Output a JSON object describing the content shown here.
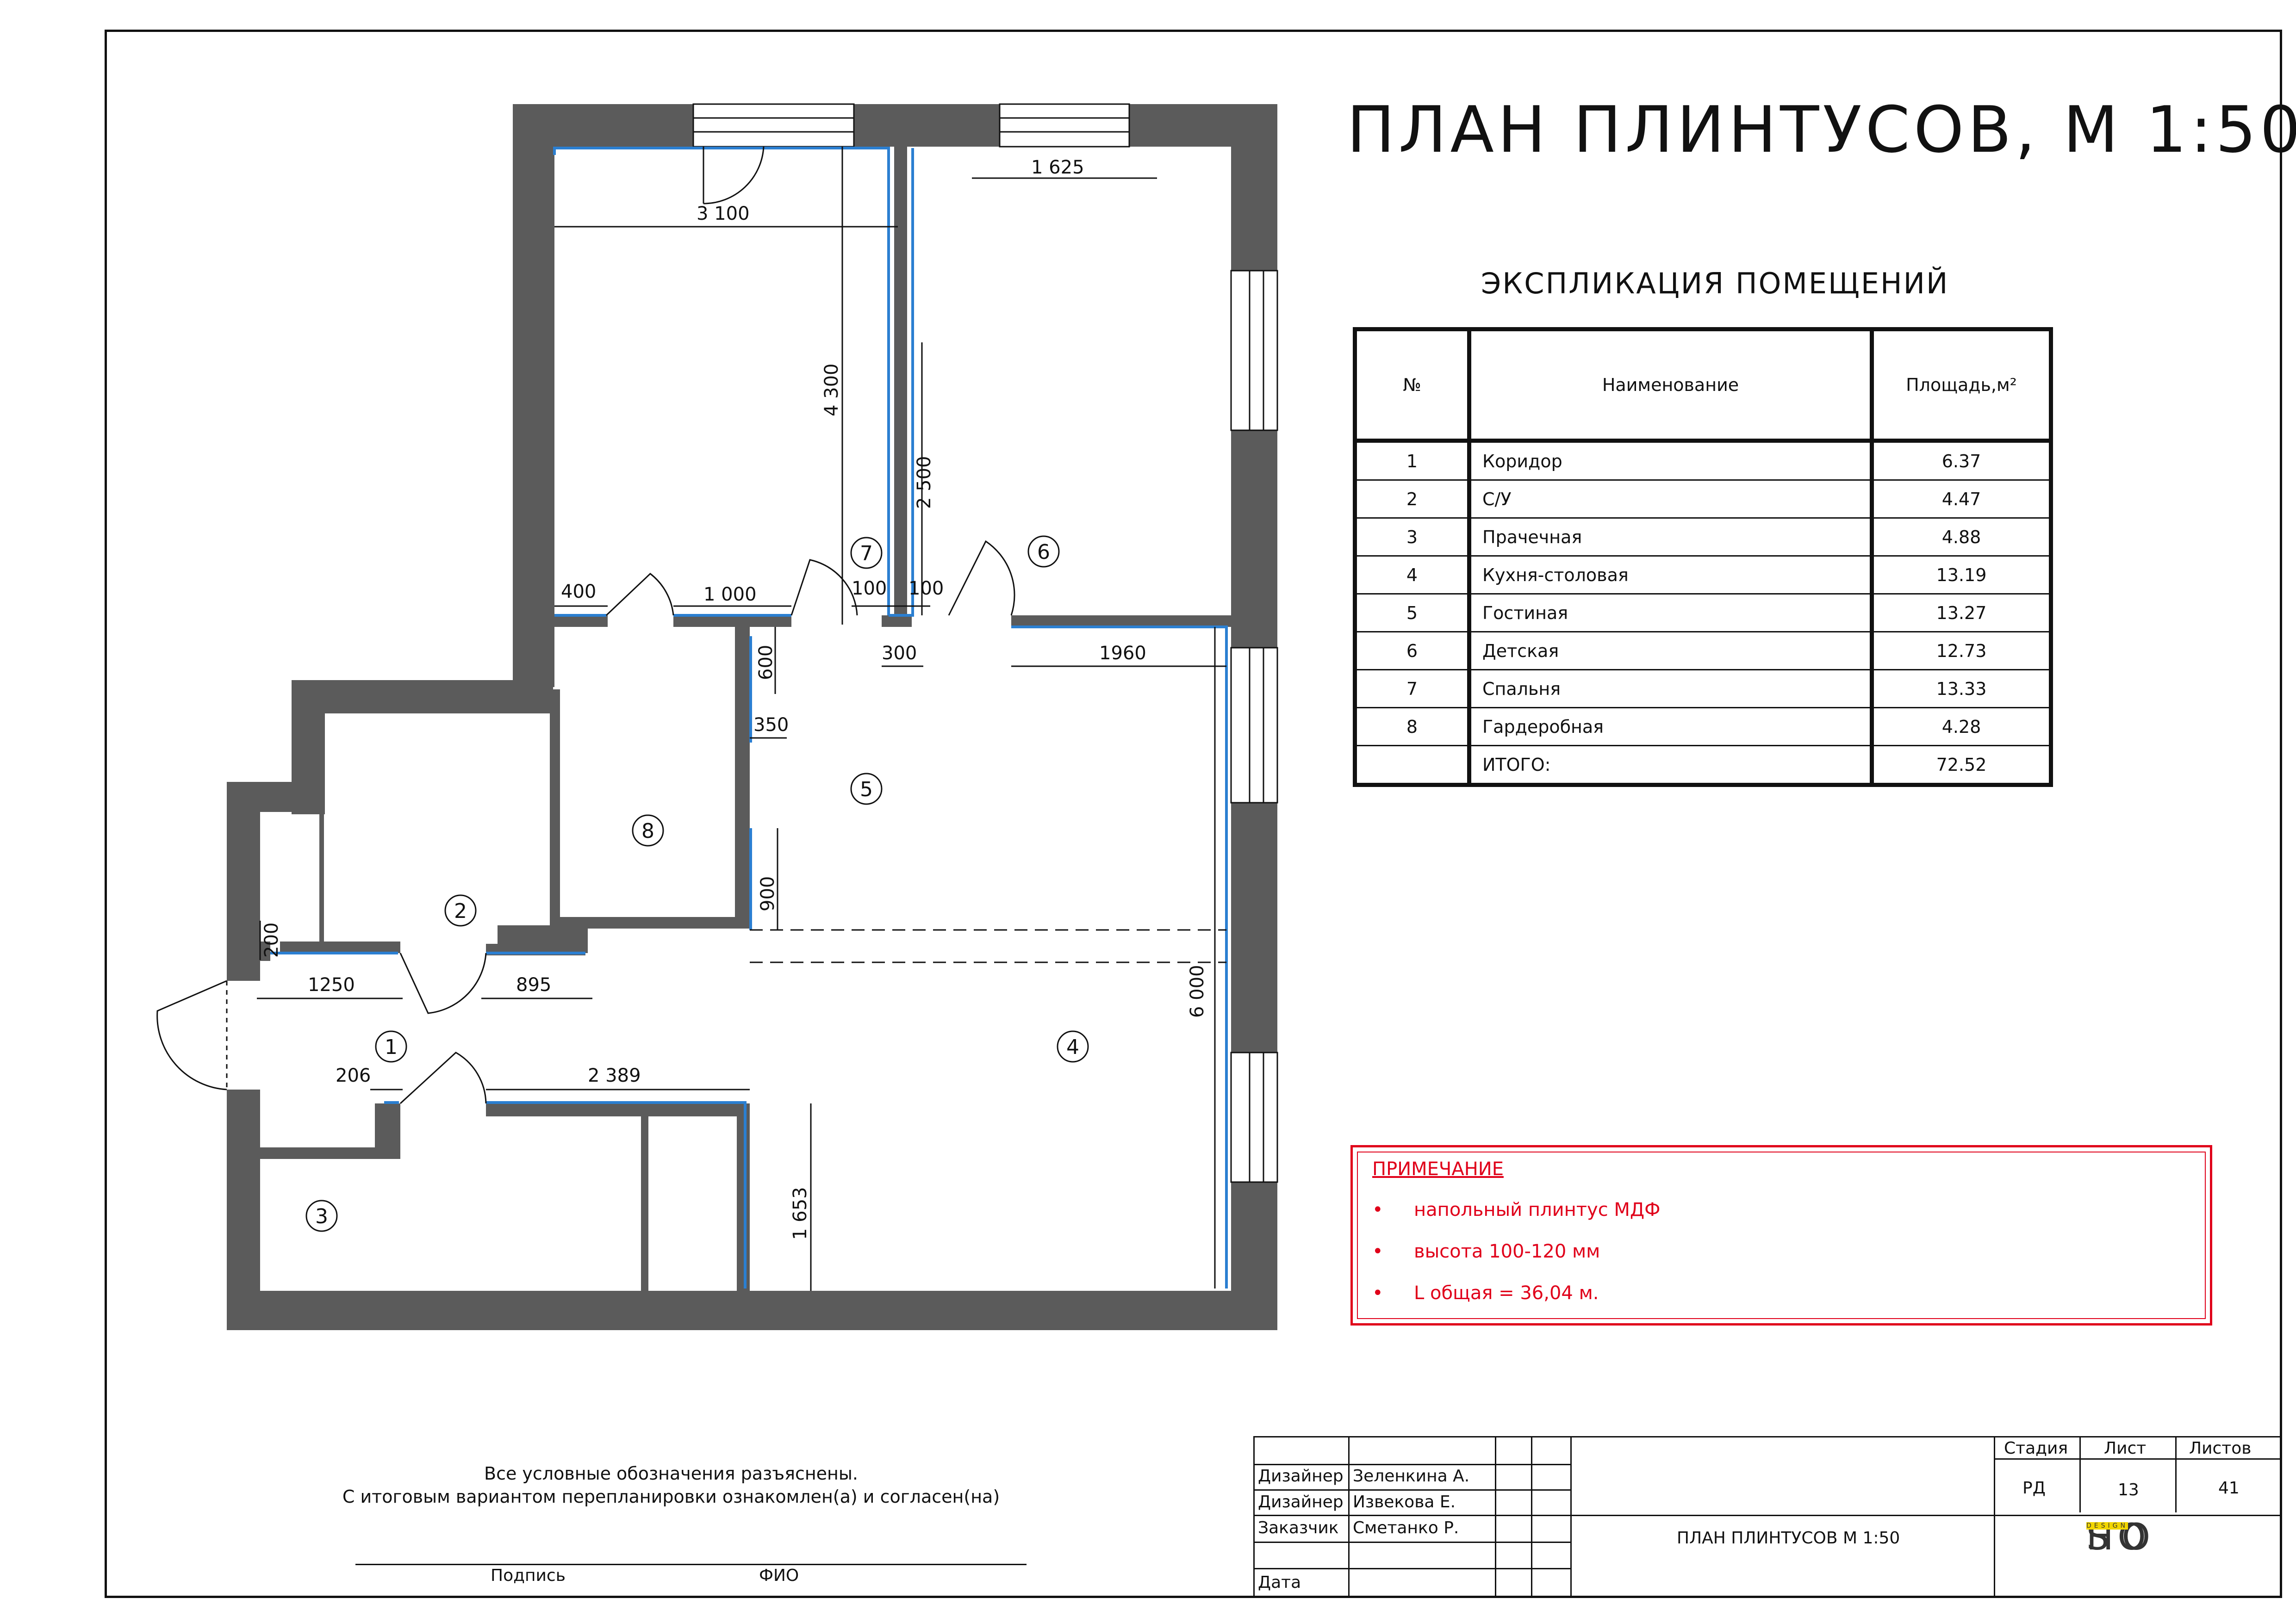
{
  "title": "ПЛАН ПЛИНТУСОВ, М 1:50",
  "explication": {
    "title": "ЭКСПЛИКАЦИЯ ПОМЕЩЕНИЙ",
    "headers": {
      "no": "№",
      "name": "Наименование",
      "area": "Площадь,м²"
    },
    "rows": [
      {
        "no": "1",
        "name": "Коридор",
        "area": "6.37"
      },
      {
        "no": "2",
        "name": "С/У",
        "area": "4.47"
      },
      {
        "no": "3",
        "name": "Прачечная",
        "area": "4.88"
      },
      {
        "no": "4",
        "name": "Кухня-столовая",
        "area": "13.19"
      },
      {
        "no": "5",
        "name": "Гостиная",
        "area": "13.27"
      },
      {
        "no": "6",
        "name": "Детская",
        "area": "12.73"
      },
      {
        "no": "7",
        "name": "Спальня",
        "area": "13.33"
      },
      {
        "no": "8",
        "name": "Гардеробная",
        "area": "4.28"
      }
    ],
    "total": {
      "name": "ИТОГО:",
      "area": "72.52"
    }
  },
  "note": {
    "title": "ПРИМЕЧАНИЕ",
    "bullet": "•",
    "items": [
      "напольный плинтус МДФ",
      "высота 100-120 мм",
      "L общая = 36,04 м."
    ]
  },
  "plan": {
    "room_labels": [
      "1",
      "2",
      "3",
      "4",
      "5",
      "6",
      "7",
      "8"
    ],
    "dimensions": {
      "d3100": "3 100",
      "d1625": "1 625",
      "d4300": "4 300",
      "d2500": "2 500",
      "d400": "400",
      "d1000": "1 000",
      "d100a": "100",
      "d100b": "100",
      "d300": "300",
      "d1960": "1960",
      "d600": "600",
      "d350": "350",
      "d900": "900",
      "d6000": "6 000",
      "d200": "200",
      "d1250": "1250",
      "d895": "895",
      "d206": "206",
      "d2389": "2 389",
      "d1653": "1 653"
    },
    "colors": {
      "wall": "#5b5b5b",
      "baseboard": "#2b7fd1",
      "line": "#111111"
    }
  },
  "approval": {
    "line1": "Все условные обозначения разъяснены.",
    "line2": "С итоговым вариантом перепланировки ознакомлен(а) и согласен(на)",
    "sign_label": "Подпись",
    "fio_label": "ФИО"
  },
  "stamp": {
    "people": [
      {
        "role": "Дизайнер",
        "name": "Зеленкина А."
      },
      {
        "role": "Дизайнер",
        "name": "Извекова Е."
      },
      {
        "role": "Заказчик",
        "name": "Сметанко Р."
      },
      {
        "role": "Дата",
        "name": ""
      }
    ],
    "sheet_title": "ПЛАН ПЛИНТУСОВ   М 1:50",
    "stage_label": "Стадия",
    "sheet_label": "Лист",
    "sheets_label": "Листов",
    "stage": "РД",
    "sheet": "13",
    "sheets": "41",
    "logo_line1": "SO",
    "logo_line2": "HO",
    "logo_sub": "DESIGN"
  }
}
